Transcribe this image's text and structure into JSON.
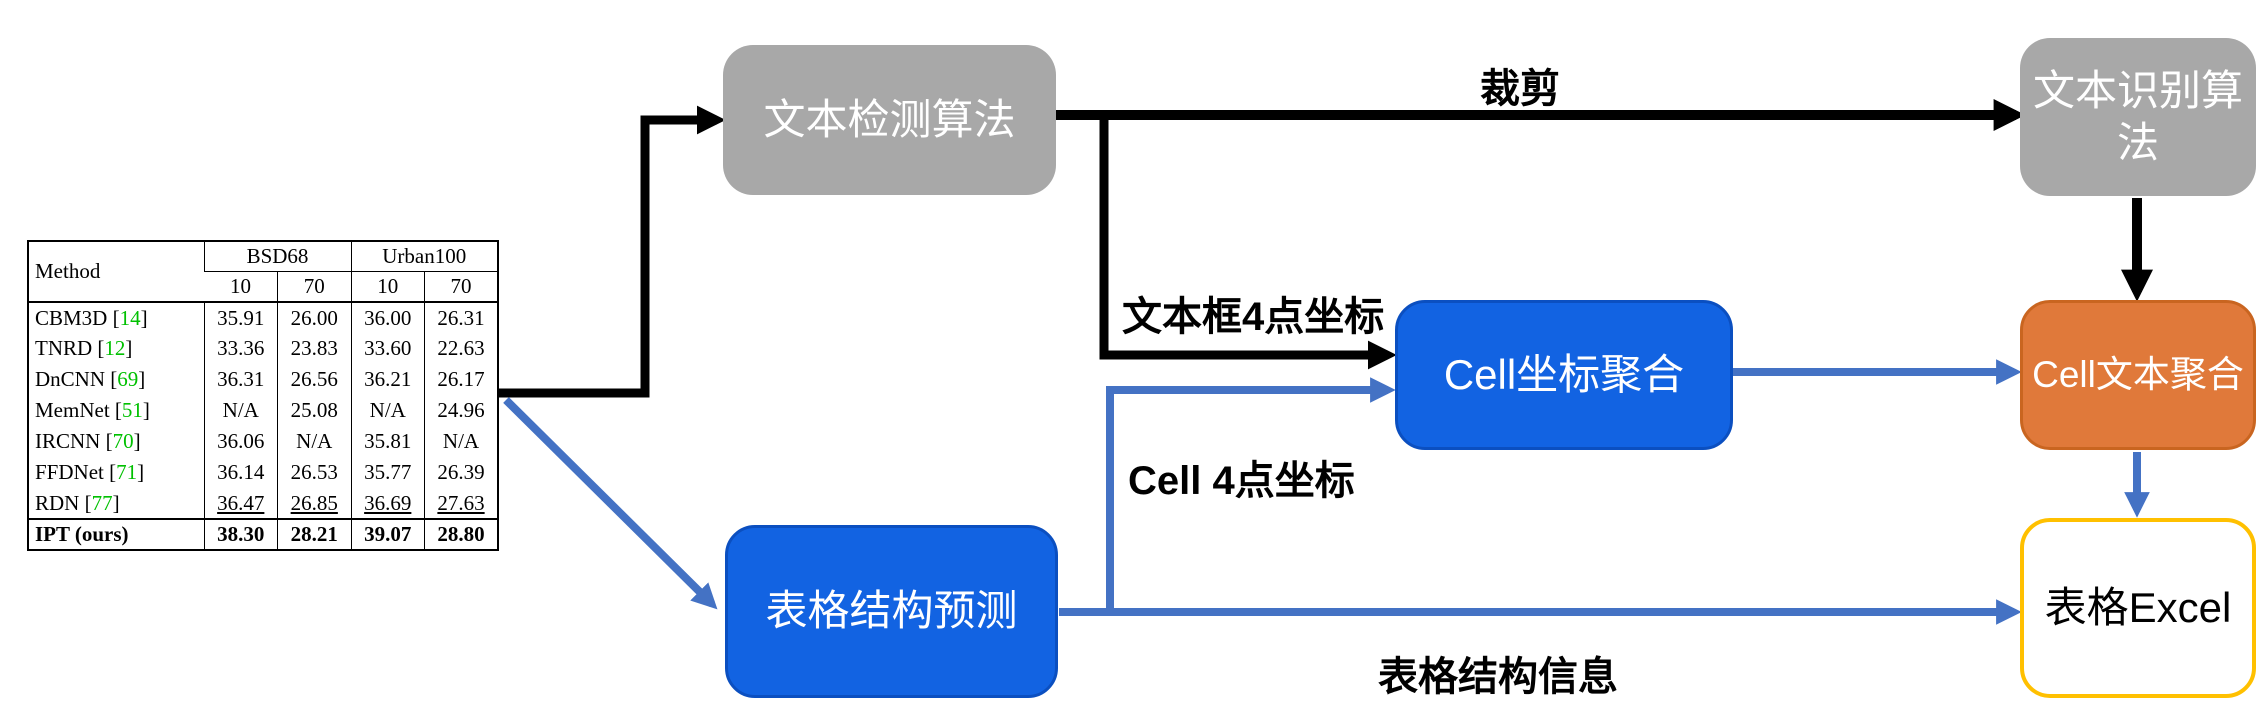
{
  "diagram": {
    "boxes": {
      "text_detection": {
        "label": "文本检测算法"
      },
      "text_recognition": {
        "label": "文本识别算\n法"
      },
      "cell_coord_aggregation": {
        "label": "Cell坐标聚合"
      },
      "cell_text_aggregation": {
        "label": "Cell文本聚合"
      },
      "table_structure_prediction": {
        "label": "表格结构预测"
      },
      "table_excel": {
        "label": "表格Excel"
      }
    },
    "edge_labels": {
      "crop": "裁剪",
      "textbox_coords": "文本框4点坐标",
      "cell_coords": "Cell 4点坐标",
      "table_structure_info": "表格结构信息"
    }
  },
  "paper_table": {
    "headers": {
      "method": "Method",
      "group1": "BSD68",
      "group2": "Urban100",
      "sub": [
        "10",
        "70",
        "10",
        "70"
      ]
    },
    "rows": [
      {
        "method": "CBM3D",
        "cite": "14",
        "values": [
          "35.91",
          "26.00",
          "36.00",
          "26.31"
        ]
      },
      {
        "method": "TNRD",
        "cite": "12",
        "values": [
          "33.36",
          "23.83",
          "33.60",
          "22.63"
        ]
      },
      {
        "method": "DnCNN",
        "cite": "69",
        "values": [
          "36.31",
          "26.56",
          "36.21",
          "26.17"
        ]
      },
      {
        "method": "MemNet",
        "cite": "51",
        "values": [
          "N/A",
          "25.08",
          "N/A",
          "24.96"
        ]
      },
      {
        "method": "IRCNN",
        "cite": "70",
        "values": [
          "36.06",
          "N/A",
          "35.81",
          "N/A"
        ]
      },
      {
        "method": "FFDNet",
        "cite": "71",
        "values": [
          "36.14",
          "26.53",
          "35.77",
          "26.39"
        ]
      },
      {
        "method": "RDN",
        "cite": "77",
        "values": [
          "36.47",
          "26.85",
          "36.69",
          "27.63"
        ],
        "underline": true
      },
      {
        "method": "IPT (ours)",
        "cite": "",
        "values": [
          "38.30",
          "28.21",
          "39.07",
          "28.80"
        ],
        "bold": true,
        "separator_above": true
      }
    ]
  },
  "colors": {
    "box_gray": "#A8A8A8",
    "box_blue": "#1263E2",
    "box_blue_border": "#0B4FC0",
    "box_orange": "#E0793A",
    "box_orange_border": "#C96520",
    "excel_border": "#FFC000",
    "arrow_blue": "#4472C4",
    "arrow_black": "#000000",
    "cite_green": "#00C000"
  }
}
